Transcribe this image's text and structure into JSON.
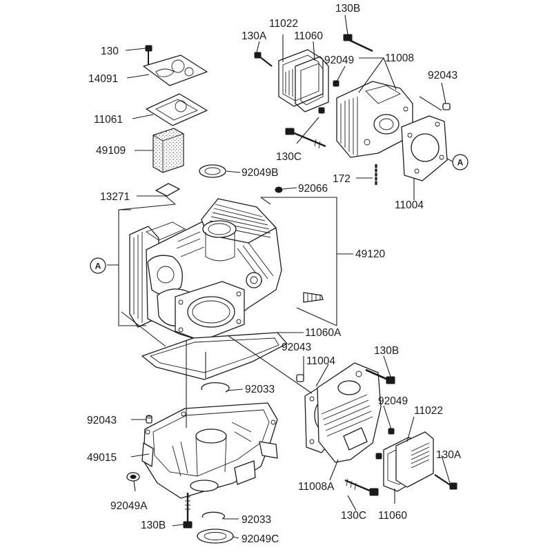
{
  "labels": {
    "l130_top": "130",
    "l14091": "14091",
    "l11061": "11061",
    "l49109": "49109",
    "l13271": "13271",
    "l92049B": "92049B",
    "l92066": "92066",
    "l49120": "49120",
    "l11060A": "11060A",
    "l92043_mid": "92043",
    "l11004_low": "11004",
    "l130B_mid": "130B",
    "l92033_top": "92033",
    "l92043_left": "92043",
    "l49015": "49015",
    "l92049A": "92049A",
    "l130B_low": "130B",
    "l92033_low": "92033",
    "l92049C": "92049C",
    "l92049_low": "92049",
    "l11022_low": "11022",
    "l130A_low": "130A",
    "l11008A": "11008A",
    "l130C_low": "130C",
    "l11060_low": "11060",
    "l11022_top": "11022",
    "l130B_top": "130B",
    "l130A_top": "130A",
    "l11060_top": "11060",
    "l92049_top": "92049",
    "l11008": "11008",
    "l92043_top": "92043",
    "l130C_top": "130C",
    "l172": "172",
    "l11004_top": "11004"
  },
  "callouts": {
    "left": "A",
    "right": "A"
  },
  "colors": {
    "line": "#1a1a1a",
    "background": "#ffffff"
  }
}
